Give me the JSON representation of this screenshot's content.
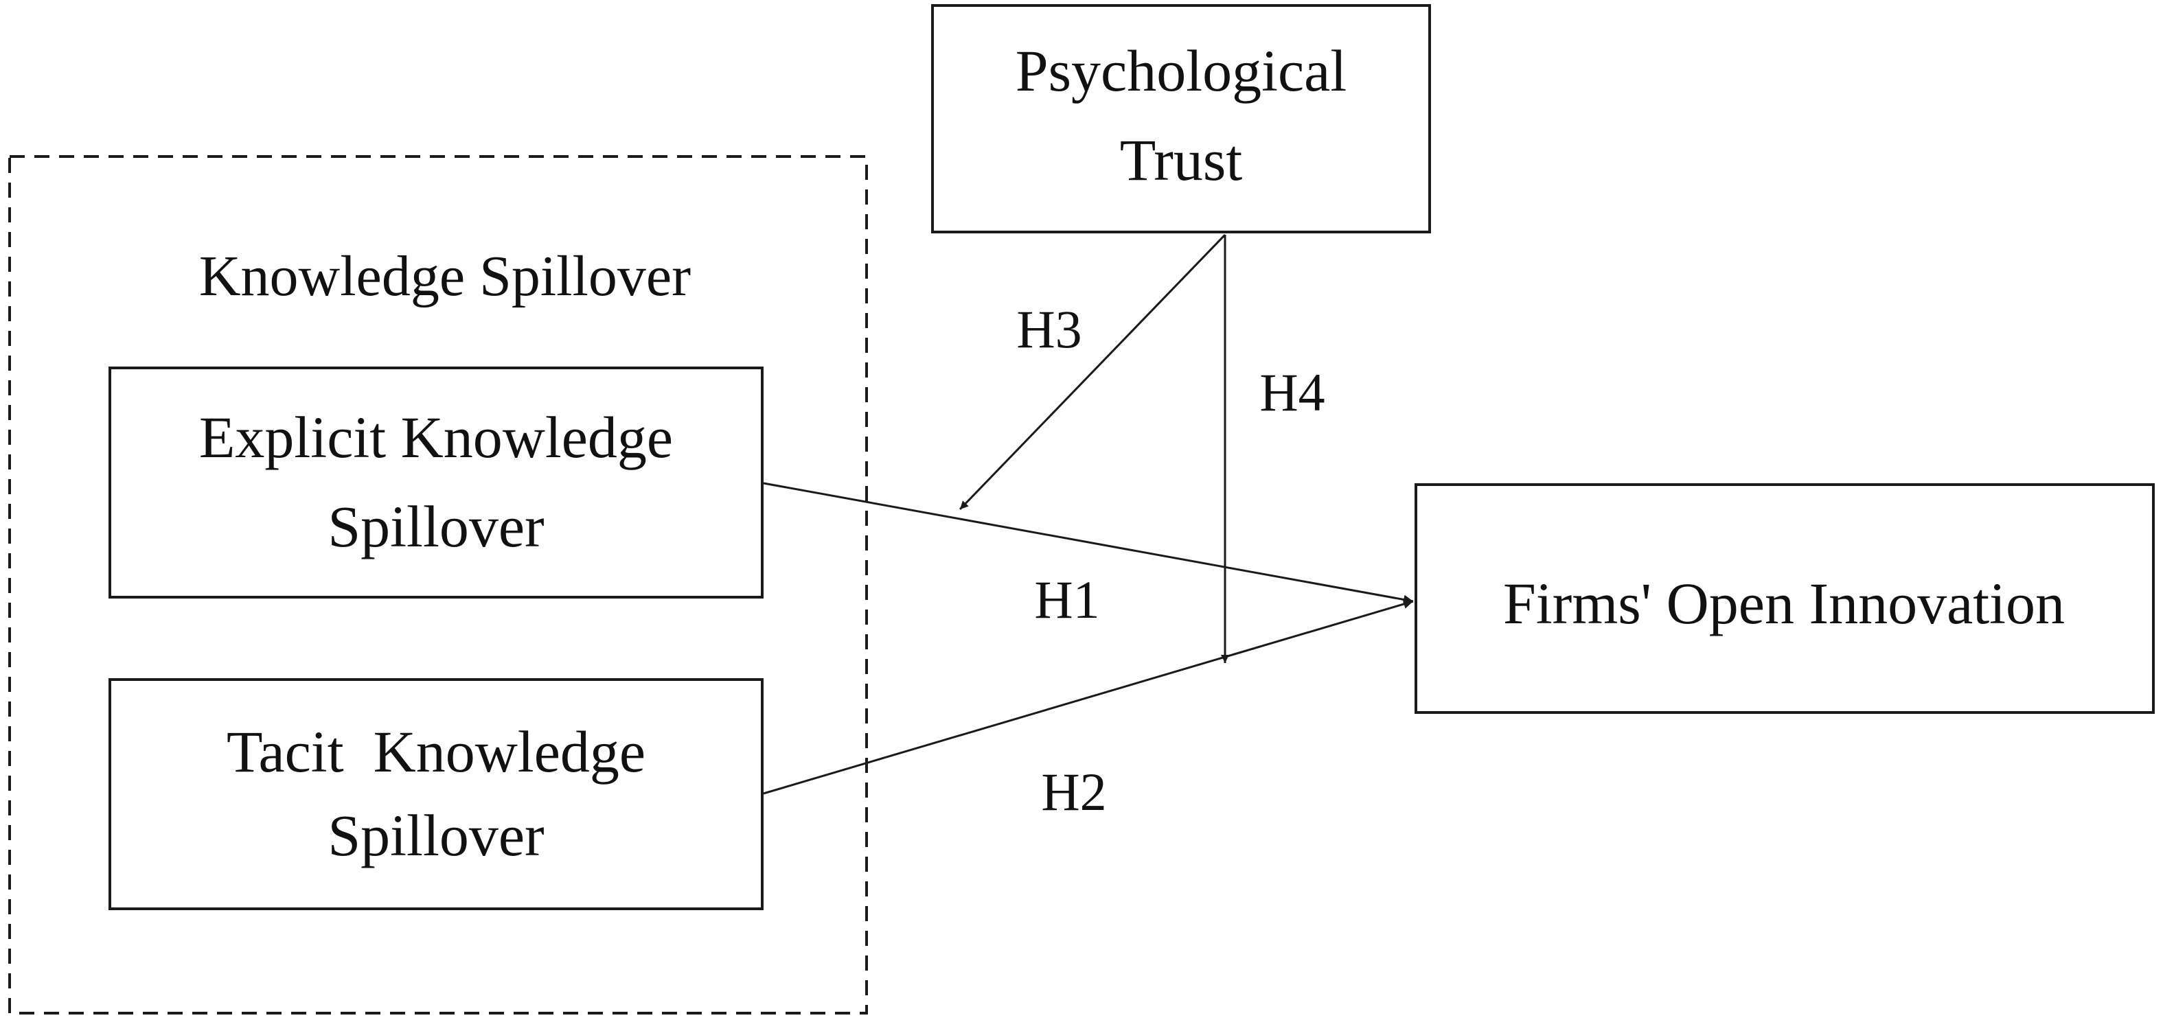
{
  "group": {
    "label": "Knowledge Spillover"
  },
  "nodes": {
    "psychological_trust": {
      "line1": "Psychological",
      "line2": "Trust"
    },
    "explicit_knowledge": {
      "line1": "Explicit Knowledge",
      "line2": "Spillover"
    },
    "tacit_knowledge": {
      "line1": "Tacit  Knowledge",
      "line2": "Spillover"
    },
    "open_innovation": {
      "label": "Firms' Open Innovation"
    }
  },
  "hypotheses": {
    "h1": "H1",
    "h2": "H2",
    "h3": "H3",
    "h4": "H4"
  },
  "edges": [
    {
      "from": "explicit_knowledge",
      "to": "open_innovation",
      "label": "H1"
    },
    {
      "from": "tacit_knowledge",
      "to": "open_innovation",
      "label": "H2"
    },
    {
      "from": "psychological_trust",
      "to": "path-H1",
      "label": "H3"
    },
    {
      "from": "psychological_trust",
      "to": "path-H2",
      "label": "H4"
    }
  ]
}
